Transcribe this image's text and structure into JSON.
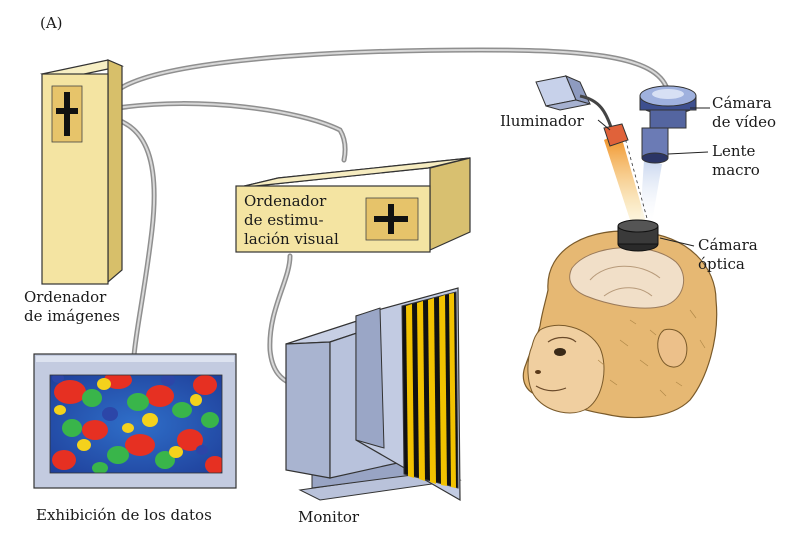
{
  "panel_label": "(A)",
  "labels": {
    "imaging_computer": [
      "Ordenador",
      "de imágenes"
    ],
    "stimulus_computer": [
      "Ordenador",
      "de estimu-",
      "lación visual"
    ],
    "data_display": "Exhibición de los datos",
    "monitor": "Monitor",
    "illuminator": "Iluminador",
    "video_camera": [
      "Cámara",
      "de vídeo"
    ],
    "macro_lens": [
      "Lente",
      "macro"
    ],
    "optical_chamber": [
      "Cámara",
      "óptica"
    ]
  },
  "colors": {
    "box_face": "#f4e6a8",
    "box_side": "#dcc572",
    "monitor_gray": "#a7b2cf",
    "stripe_yellow": "#f2c200",
    "light_beam": "#e8902a",
    "cable": "#9a9a9a"
  }
}
